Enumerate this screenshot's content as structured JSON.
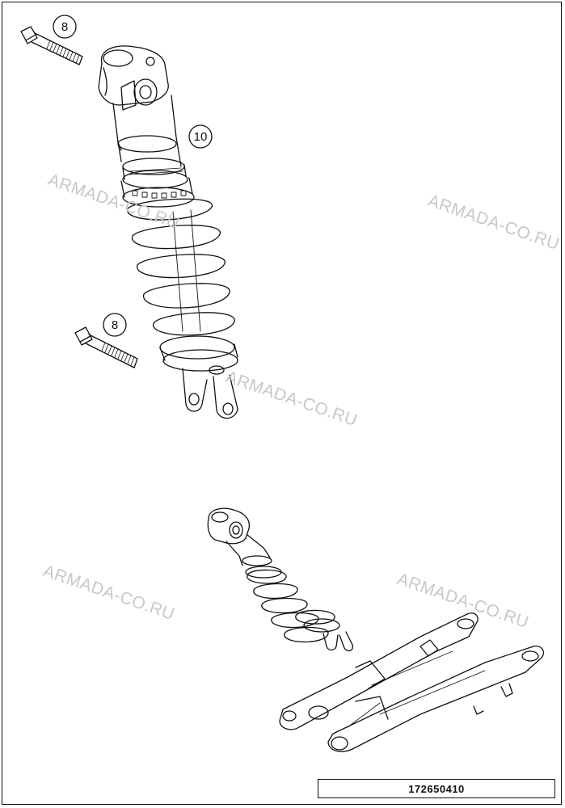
{
  "callouts": {
    "top_bolt": "8",
    "shock_absorber": "10",
    "lower_bolt": "8"
  },
  "watermarks": [
    "ARMADA-CO.RU",
    "ARMADA-CO.RU",
    "ARMADA-CO.RU",
    "ARMADA-CO.RU",
    "ARMADA-CO.RU"
  ],
  "reference_number": "172650410",
  "colors": {
    "line": "#111111",
    "watermark": "#c8c8c8"
  }
}
